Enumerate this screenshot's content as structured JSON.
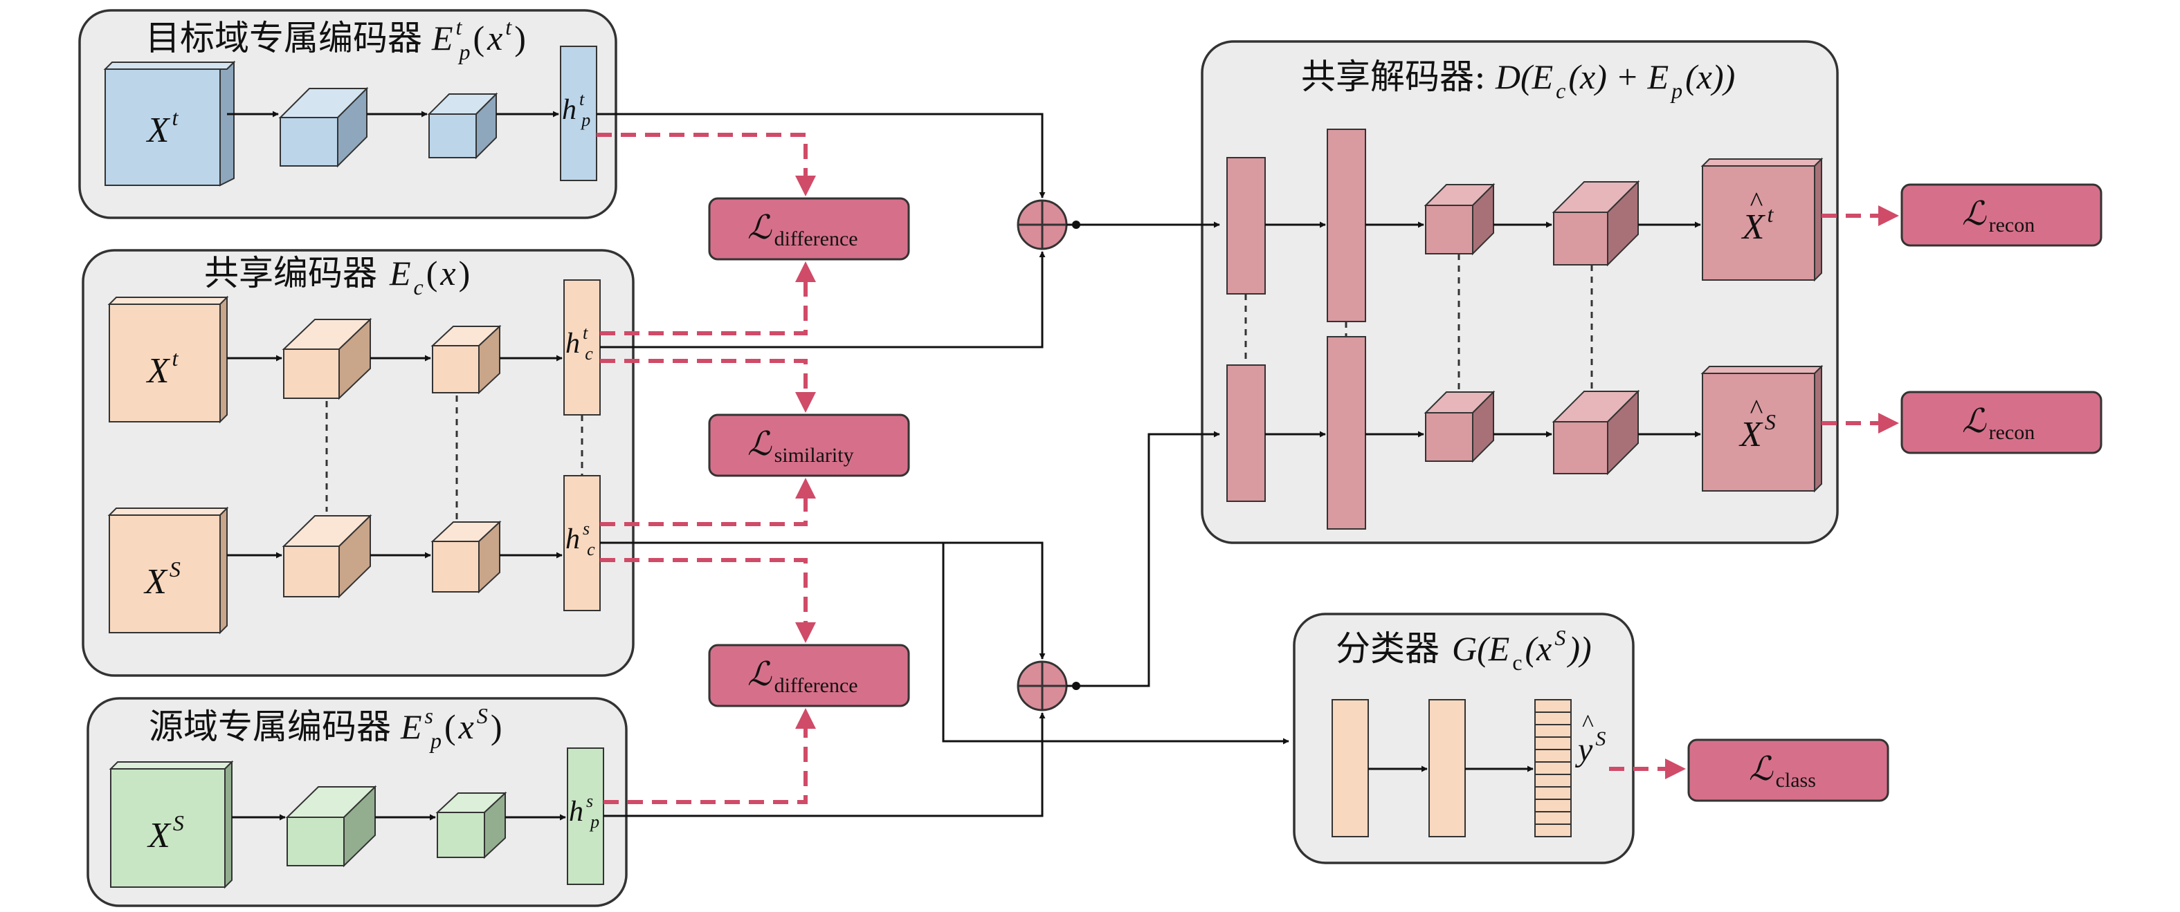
{
  "panels": {
    "target_private": {
      "title_cn": "目标域专属编码器",
      "func": "E",
      "sub": "p",
      "sup": "t",
      "arg": "x",
      "arg_sup": "t"
    },
    "shared_encoder": {
      "title_cn": "共享编码器",
      "func": "E",
      "sub": "c",
      "arg": "x"
    },
    "source_private": {
      "title_cn": "源域专属编码器",
      "func": "E",
      "sub": "p",
      "sup": "s",
      "arg": "x",
      "arg_sup": "S"
    },
    "shared_decoder": {
      "title_cn": "共享解码器:",
      "formula": "D(E",
      "sub1": "c",
      "mid": "(x) + E",
      "sub2": "p",
      "end": "(x))"
    },
    "classifier": {
      "title_cn": "分类器",
      "formula": "G(E",
      "sub": "c",
      "mid": "(x",
      "sup": "S",
      "end": "))"
    }
  },
  "inputs": {
    "target_private_input": {
      "base": "X",
      "sup": "t"
    },
    "shared_target_input": {
      "base": "X",
      "sup": "t"
    },
    "shared_source_input": {
      "base": "X",
      "sup": "S"
    },
    "source_private_input": {
      "base": "X",
      "sup": "S"
    }
  },
  "features": {
    "h_target_private": {
      "base": "h",
      "sup": "t",
      "sub": "p"
    },
    "h_shared_target": {
      "base": "h",
      "sup": "t",
      "sub": "c"
    },
    "h_shared_source": {
      "base": "h",
      "sup": "s",
      "sub": "c"
    },
    "h_source_private": {
      "base": "h",
      "sup": "s",
      "sub": "p"
    }
  },
  "outputs": {
    "recon_target": {
      "base": "X",
      "sup": "t",
      "hat": "^"
    },
    "recon_source": {
      "base": "X",
      "sup": "S",
      "hat": "^"
    },
    "prediction": {
      "base": "y",
      "sup": "S",
      "hat": "^"
    }
  },
  "losses": {
    "difference_top": {
      "script": "ℒ",
      "sub": "difference"
    },
    "similarity": {
      "script": "ℒ",
      "sub": "similarity"
    },
    "difference_bottom": {
      "script": "ℒ",
      "sub": "difference"
    },
    "recon_top": {
      "script": "ℒ",
      "sub": "recon"
    },
    "recon_bottom": {
      "script": "ℒ",
      "sub": "recon"
    },
    "class": {
      "script": "ℒ",
      "sub": "class"
    }
  },
  "colors": {
    "target_fill": "#bcd5e9",
    "target_side": "#8ea7bd",
    "target_top": "#d4e4f1",
    "shared_fill": "#f8d8bf",
    "shared_side": "#c9a58a",
    "shared_top": "#fbe6d6",
    "source_fill": "#c8e5c4",
    "source_side": "#92ae8f",
    "source_top": "#dcefd9",
    "decoder_fill": "#d99aa0",
    "decoder_side": "#a87178",
    "decoder_top": "#e6b6ba",
    "loss_fill": "#d6708a",
    "red_dash": "#d04b68"
  }
}
